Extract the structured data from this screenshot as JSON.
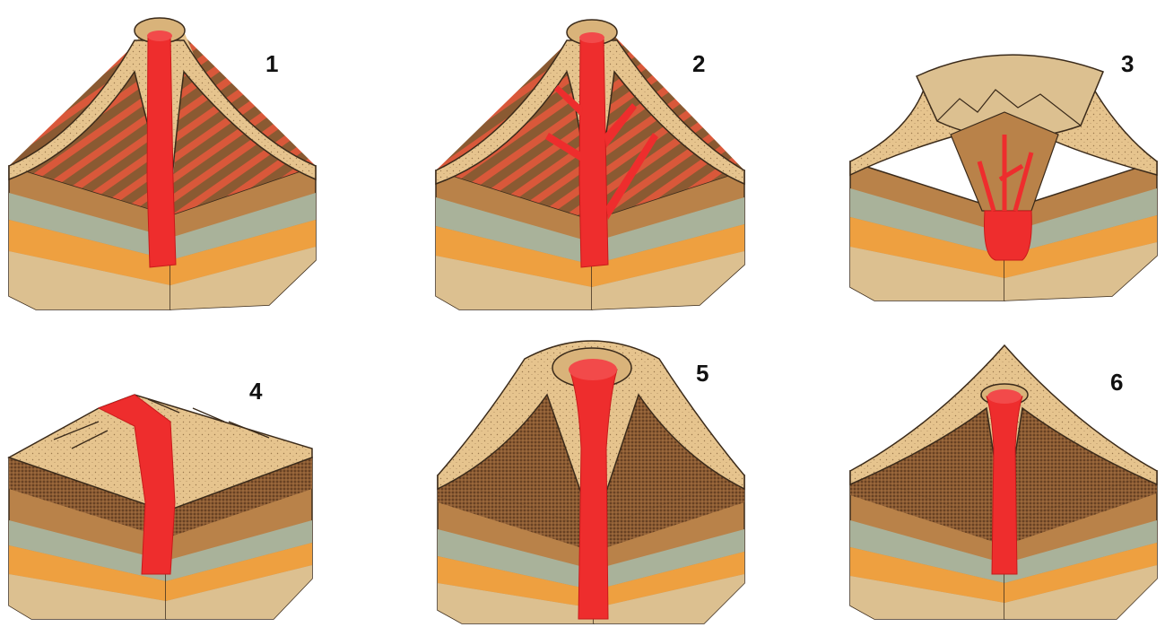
{
  "panels": [
    {
      "label": "1",
      "type": "stratovolcano",
      "feature": "central-vent"
    },
    {
      "label": "2",
      "type": "stratovolcano",
      "feature": "branching-dikes"
    },
    {
      "label": "3",
      "type": "caldera",
      "feature": "collapsed-summit"
    },
    {
      "label": "4",
      "type": "fissure",
      "feature": "linear-fissure"
    },
    {
      "label": "5",
      "type": "dome-volcano",
      "feature": "wide-crater"
    },
    {
      "label": "6",
      "type": "shield-cone",
      "feature": "central-vent"
    }
  ],
  "colors": {
    "magma": "#ee2d2d",
    "magma_dark": "#c81a1a",
    "surface": "#e6c48e",
    "strata_brown": "#b98249",
    "strata_gray": "#a9b29a",
    "strata_orange": "#eea040",
    "strata_light": "#dcc090",
    "stripe_red": "#d9583a",
    "outline": "#3a2a1a"
  }
}
